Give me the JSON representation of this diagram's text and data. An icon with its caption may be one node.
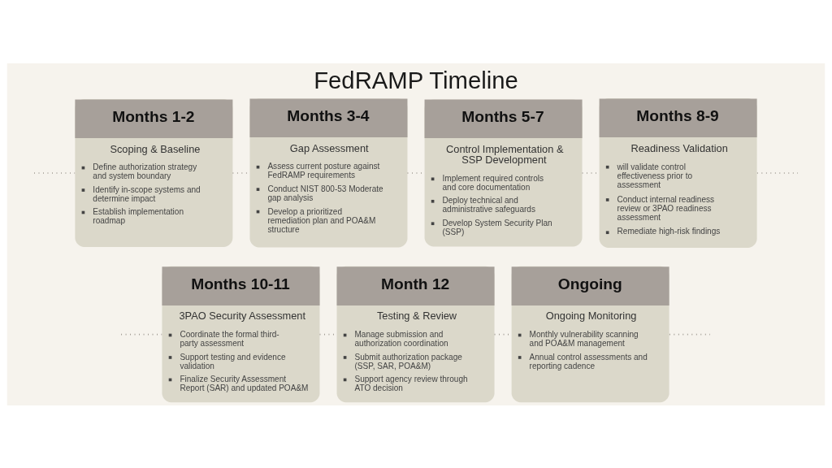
{
  "diagram": {
    "title": "FedRAMP Timeline",
    "nodes": [
      {
        "text": [
          "Months 1-2",
          "Scoping & Baseline",
          "Define authorization strategy and system boundary",
          "Identify in-scope systems and determine impact",
          "Establish implementation roadmap"
        ]
      },
      {
        "text": [
          "Months 3-4",
          "Gap Assessment",
          "Assess current posture against FedRAMP requirements",
          "Conduct NIST 800-53 Moderate gap analysis",
          "Develop a prioritized remediation plan and POA&M structure"
        ]
      },
      {
        "text": [
          "Months 5-7",
          "Control Implementation & SSP Development",
          "Implement required controls and core documentation",
          "Deploy technical and administrative safeguards",
          "Develop System Security Plan (SSP)"
        ]
      },
      {
        "text": [
          "Months 8-9",
          "Readiness Validation",
          "will validate control effectiveness prior to assessment",
          "Conduct internal readiness review or 3PAO readiness assessment",
          "Remediate high-risk findings"
        ]
      },
      {
        "text": [
          "Months 10-11",
          "3PAO Security Assessment",
          "Coordinate the formal third-party assessment",
          "Support testing and evidence validation",
          "Finalize Security Assessment Report (SAR) and updated POA&M"
        ]
      },
      {
        "text": [
          "Month 12",
          "Testing & Review",
          "Manage submission and authorization coordination",
          "Submit authorization package (SSP, SAR, POA&M)",
          "Support agency review through ATO decision"
        ]
      },
      {
        "text": [
          "Ongoing",
          "Ongoing Monitoring",
          "Monthly vulnerability scanning and POA&M management",
          "Annual control assessments and reporting cadence"
        ]
      }
    ],
    "edges": [
      {
        "from": null,
        "to": 0,
        "arrow": "none",
        "style": "dashed"
      },
      {
        "from": 0,
        "to": 1,
        "arrow": "none",
        "style": "dashed"
      },
      {
        "from": 1,
        "to": 2,
        "arrow": "none",
        "style": "dashed"
      },
      {
        "from": 2,
        "to": 3,
        "arrow": "none",
        "style": "dashed"
      },
      {
        "from": 3,
        "to": null,
        "arrow": "none",
        "style": "dashed"
      },
      {
        "from": null,
        "to": 4,
        "arrow": "none",
        "style": "dashed"
      },
      {
        "from": 4,
        "to": 5,
        "arrow": "none",
        "style": "dashed"
      },
      {
        "from": 5,
        "to": 6,
        "arrow": "none",
        "style": "dashed"
      },
      {
        "from": 6,
        "to": null,
        "arrow": "none",
        "style": "dashed"
      }
    ]
  }
}
